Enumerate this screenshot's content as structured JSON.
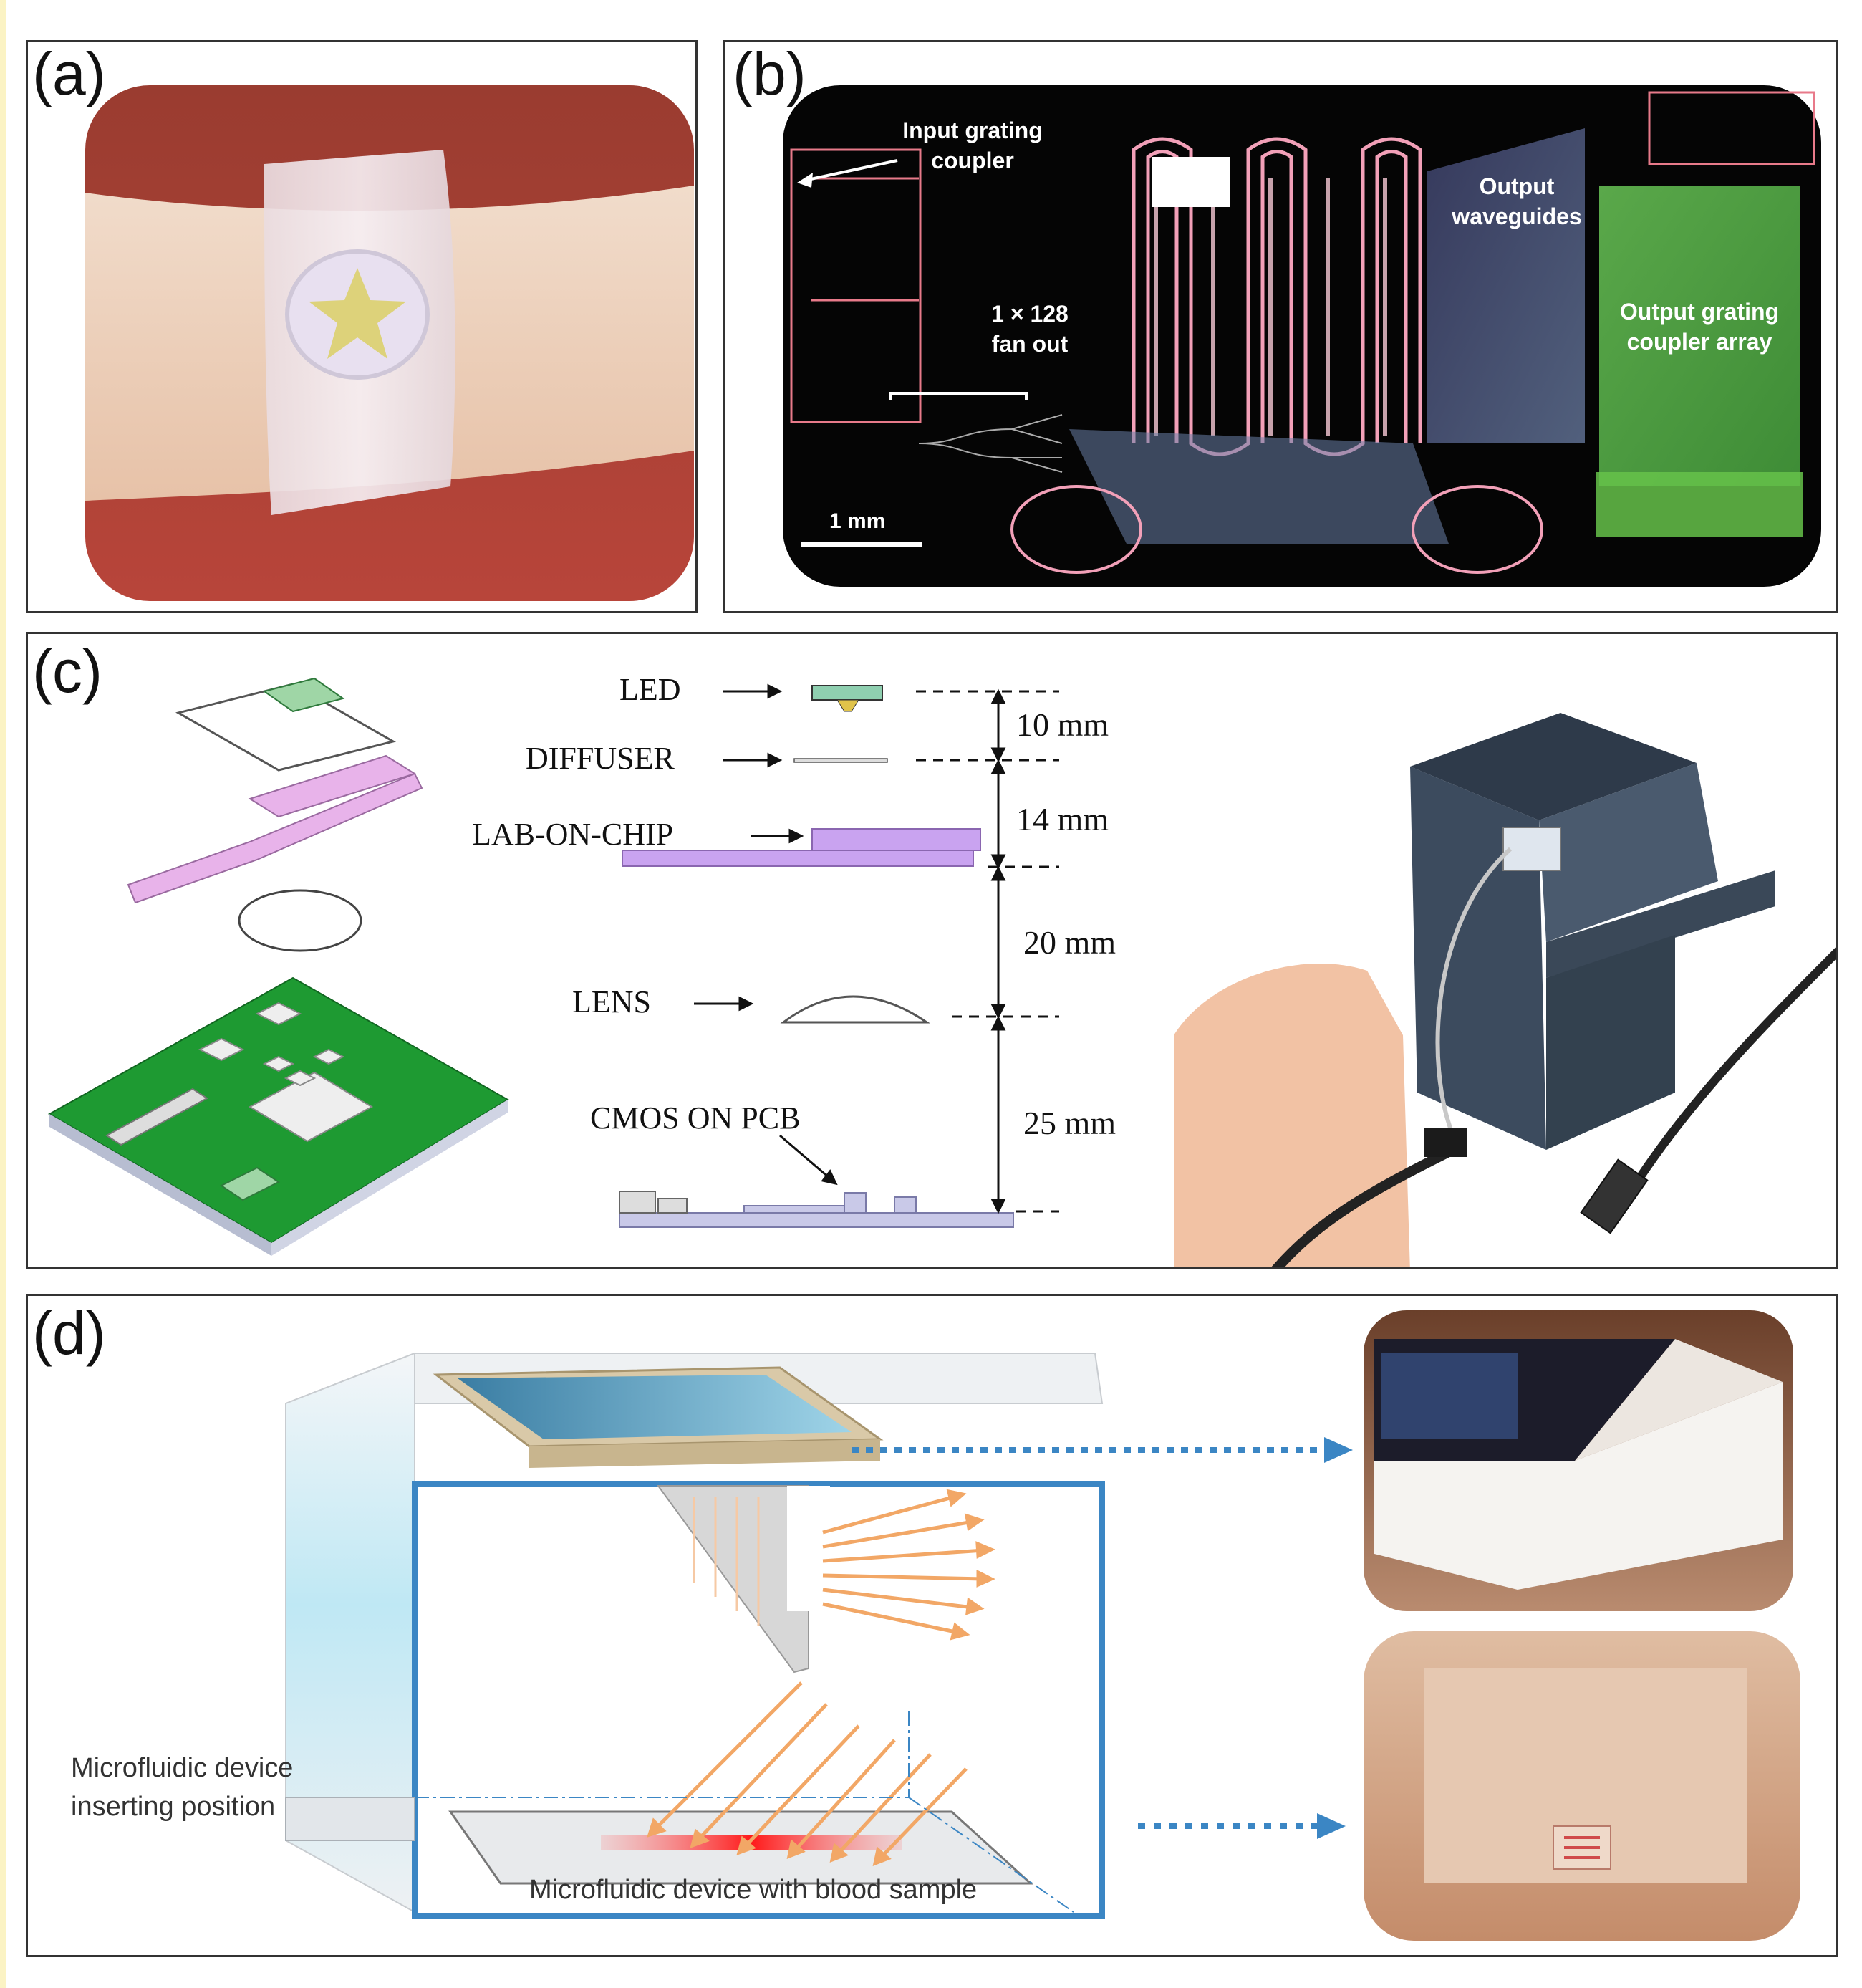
{
  "panels": {
    "a": {
      "label": "(a)"
    },
    "b": {
      "label": "(b)",
      "input_coupler": [
        "Input grating",
        "coupler"
      ],
      "fan_out": [
        "1 × 128",
        "fan out"
      ],
      "output_waveguides": [
        "Output",
        "waveguides"
      ],
      "output_array": [
        "Output grating",
        "coupler array"
      ],
      "scale_bar": "1 mm"
    },
    "c": {
      "label": "(c)",
      "led": "LED",
      "diffuser": "DIFFUSER",
      "lab_on_chip": "LAB-ON-CHIP",
      "lens": "LENS",
      "cmos": "CMOS ON PCB",
      "dims": [
        "10 mm",
        "14 mm",
        "20 mm",
        "25 mm"
      ]
    },
    "d": {
      "label": "(d)",
      "inserting_position": [
        "Microfluidic device",
        "inserting position"
      ],
      "device_caption": "Microfluidic device with blood sample"
    }
  },
  "colors": {
    "panel_border": "#333333",
    "arrow_blue": "#3b86c4",
    "ray_orange": "#f2a766",
    "chip_purple": "#c9a3f0",
    "pcb_green": "#1e9a32"
  }
}
